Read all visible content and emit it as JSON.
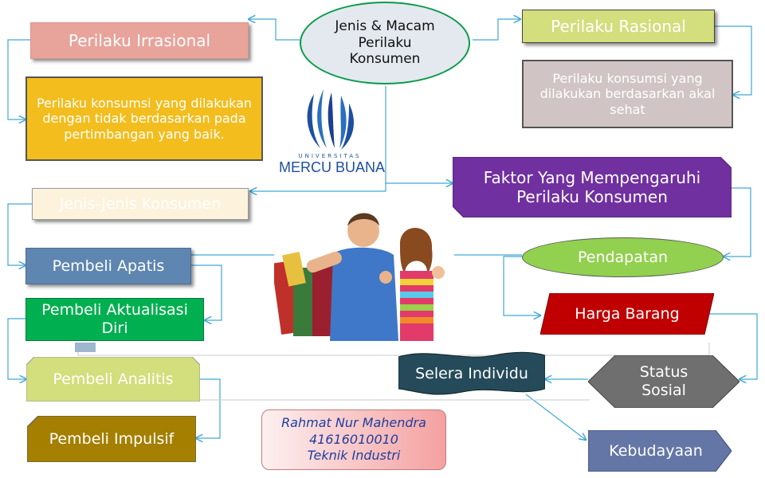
{
  "center": {
    "title": "Jenis & Macam Perilaku Konsumen"
  },
  "left_top": {
    "heading": "Perilaku Irrasional",
    "description": "Perilaku konsumsi yang dilakukan dengan tidak berdasarkan pada pertimbangan yang baik."
  },
  "right_top": {
    "heading": "Perilaku Rasional",
    "description": "Perilaku konsumsi yang dilakukan berdasarkan akal sehat"
  },
  "logo": {
    "brand": "MERCU BUANA",
    "tagline": "UNIVERSITAS"
  },
  "consumer_types": {
    "heading": "Jenis-Jenis Konsumen",
    "items": [
      "Pembeli Apatis",
      "Pembeli Aktualisasi Diri",
      "Pembeli Analitis",
      "Pembeli Impulsif"
    ]
  },
  "factors": {
    "heading": "Faktor Yang Mempengaruhi Perilaku Konsumen",
    "items": [
      "Pendapatan",
      "Harga Barang",
      "Status Sosial",
      "Selera Individu",
      "Kebudayaan"
    ]
  },
  "author": {
    "name": "Rahmat Nur Mahendra",
    "id": "41616010010",
    "dept": "Teknik Industri"
  },
  "colors": {
    "accent_line": "#41a7d6",
    "irrasional": "#e8a39a",
    "yellow": "#f2bd1d",
    "rasional": "#d3de7c",
    "grey_box": "#d0c5c4",
    "purple": "#7030a0",
    "green_oval": "#92d050",
    "red": "#c00000",
    "apatis": "#5f86b0",
    "aktualisasi": "#00b050",
    "analitis": "#d3de7c",
    "impulsif": "#a47f00",
    "status": "#6f6f6f",
    "selera": "#254a5a",
    "kebudayaan": "#6476a6",
    "author_bg": "#f4a0a0"
  }
}
